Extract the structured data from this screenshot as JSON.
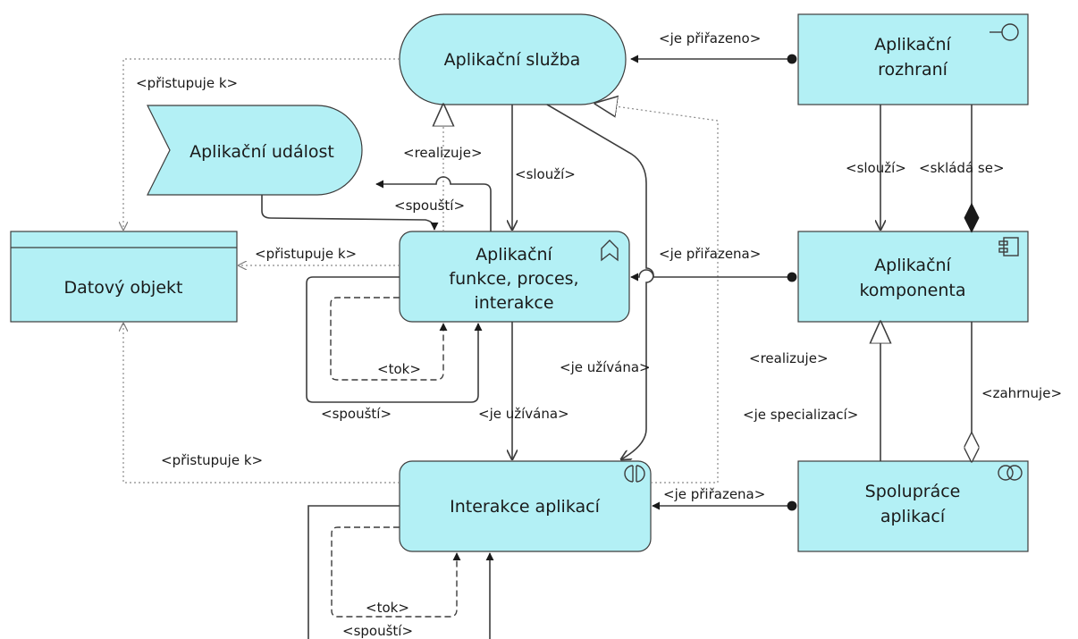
{
  "nodes": {
    "service": "Aplikační služba",
    "interface_l1": "Aplikační",
    "interface_l2": "rozhraní",
    "event": "Aplikační událost",
    "data_object": "Datový objekt",
    "function_l1": "Aplikační",
    "function_l2": "funkce, proces,",
    "function_l3": "interakce",
    "component_l1": "Aplikační",
    "component_l2": "komponenta",
    "interaction": "Interakce aplikací",
    "collab_l1": "Spolupráce",
    "collab_l2": "aplikací"
  },
  "labels": {
    "assigned_service": "<je přiřazeno>",
    "accesses_top": "<přistupuje k>",
    "realizes_service": "<realizuje>",
    "serves_fn": "<slouží>",
    "serves_iface": "<slouží>",
    "composed": "<skládá se>",
    "triggers_event": "<spouští>",
    "accesses_mid": "<přistupuje k>",
    "assigned_component": "<je přiřazena>",
    "flow_fn": "<tok>",
    "triggers_fn": "<spouští>",
    "used_by_1": "<je užívána>",
    "used_by_2": "<je užívána>",
    "realizes_component": "<realizuje>",
    "includes": "<zahrnuje>",
    "specializes": "<je specializací>",
    "accesses_bottom": "<přistupuje k>",
    "assigned_collab": "<je přiřazena>",
    "flow_int": "<tok>",
    "triggers_int": "<spouští>"
  }
}
